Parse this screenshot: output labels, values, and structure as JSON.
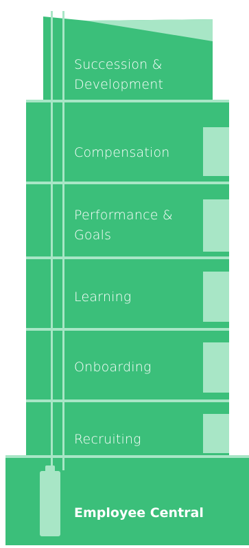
{
  "tiers": [
    {
      "label_lines": [
        "Succession &",
        "Development"
      ]
    },
    {
      "label_lines": [
        "Compensation"
      ]
    },
    {
      "label_lines": [
        "Performance &",
        "Goals"
      ]
    },
    {
      "label_lines": [
        "Learning"
      ]
    },
    {
      "label_lines": [
        "Onboarding"
      ]
    },
    {
      "label_lines": [
        "Recruiting"
      ]
    }
  ],
  "base": {
    "label": "Employee Central"
  },
  "colors": {
    "green": "#3BBF7A",
    "light": "#A8E6C6",
    "background": "#FFFFFF"
  }
}
